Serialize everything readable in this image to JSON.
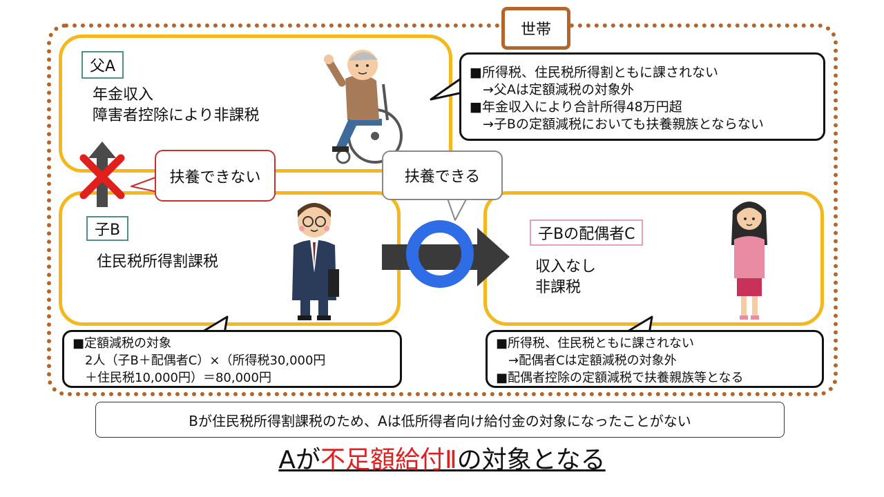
{
  "household": {
    "label": "世帯"
  },
  "father": {
    "tag": "父A",
    "lines": [
      "年金収入",
      "障害者控除により非課税"
    ]
  },
  "father_callout": {
    "lines": [
      "■所得税、住民税所得割ともに課されない",
      "　→父Aは定額減税の対象外",
      "■年金収入により合計所得48万円超",
      "　→子Bの定額減税においても扶養親族とならない"
    ]
  },
  "cannot_support": "扶養できない",
  "can_support": "扶養できる",
  "child": {
    "tag": "子B",
    "lines": [
      "住民税所得割課税"
    ]
  },
  "child_callout": {
    "lines": [
      "■定額減税の対象",
      "　2人（子B＋配偶者C）×（所得税30,000円",
      "　＋住民税10,000円）＝80,000円"
    ]
  },
  "spouse": {
    "tag": "子Bの配偶者C",
    "lines": [
      "収入なし",
      "非課税"
    ]
  },
  "spouse_callout": {
    "lines": [
      "■所得税、住民税ともに課されない",
      "　→配偶者Cは定額減税の対象外",
      "■配偶者控除の定額減税で扶養親族等となる"
    ]
  },
  "note": "Bが住民税所得割課税のため、Aは低所得者向け給付金の対象になったことがない",
  "conclusion": {
    "prefix": "Aが",
    "highlight": "不足額給付Ⅱ",
    "suffix": "の対象となる"
  },
  "colors": {
    "household_border": "#b5652a",
    "panel_border": "#f3b81d",
    "cross": "#e0201c",
    "circle": "#2f6de6",
    "highlight": "#e02020"
  }
}
